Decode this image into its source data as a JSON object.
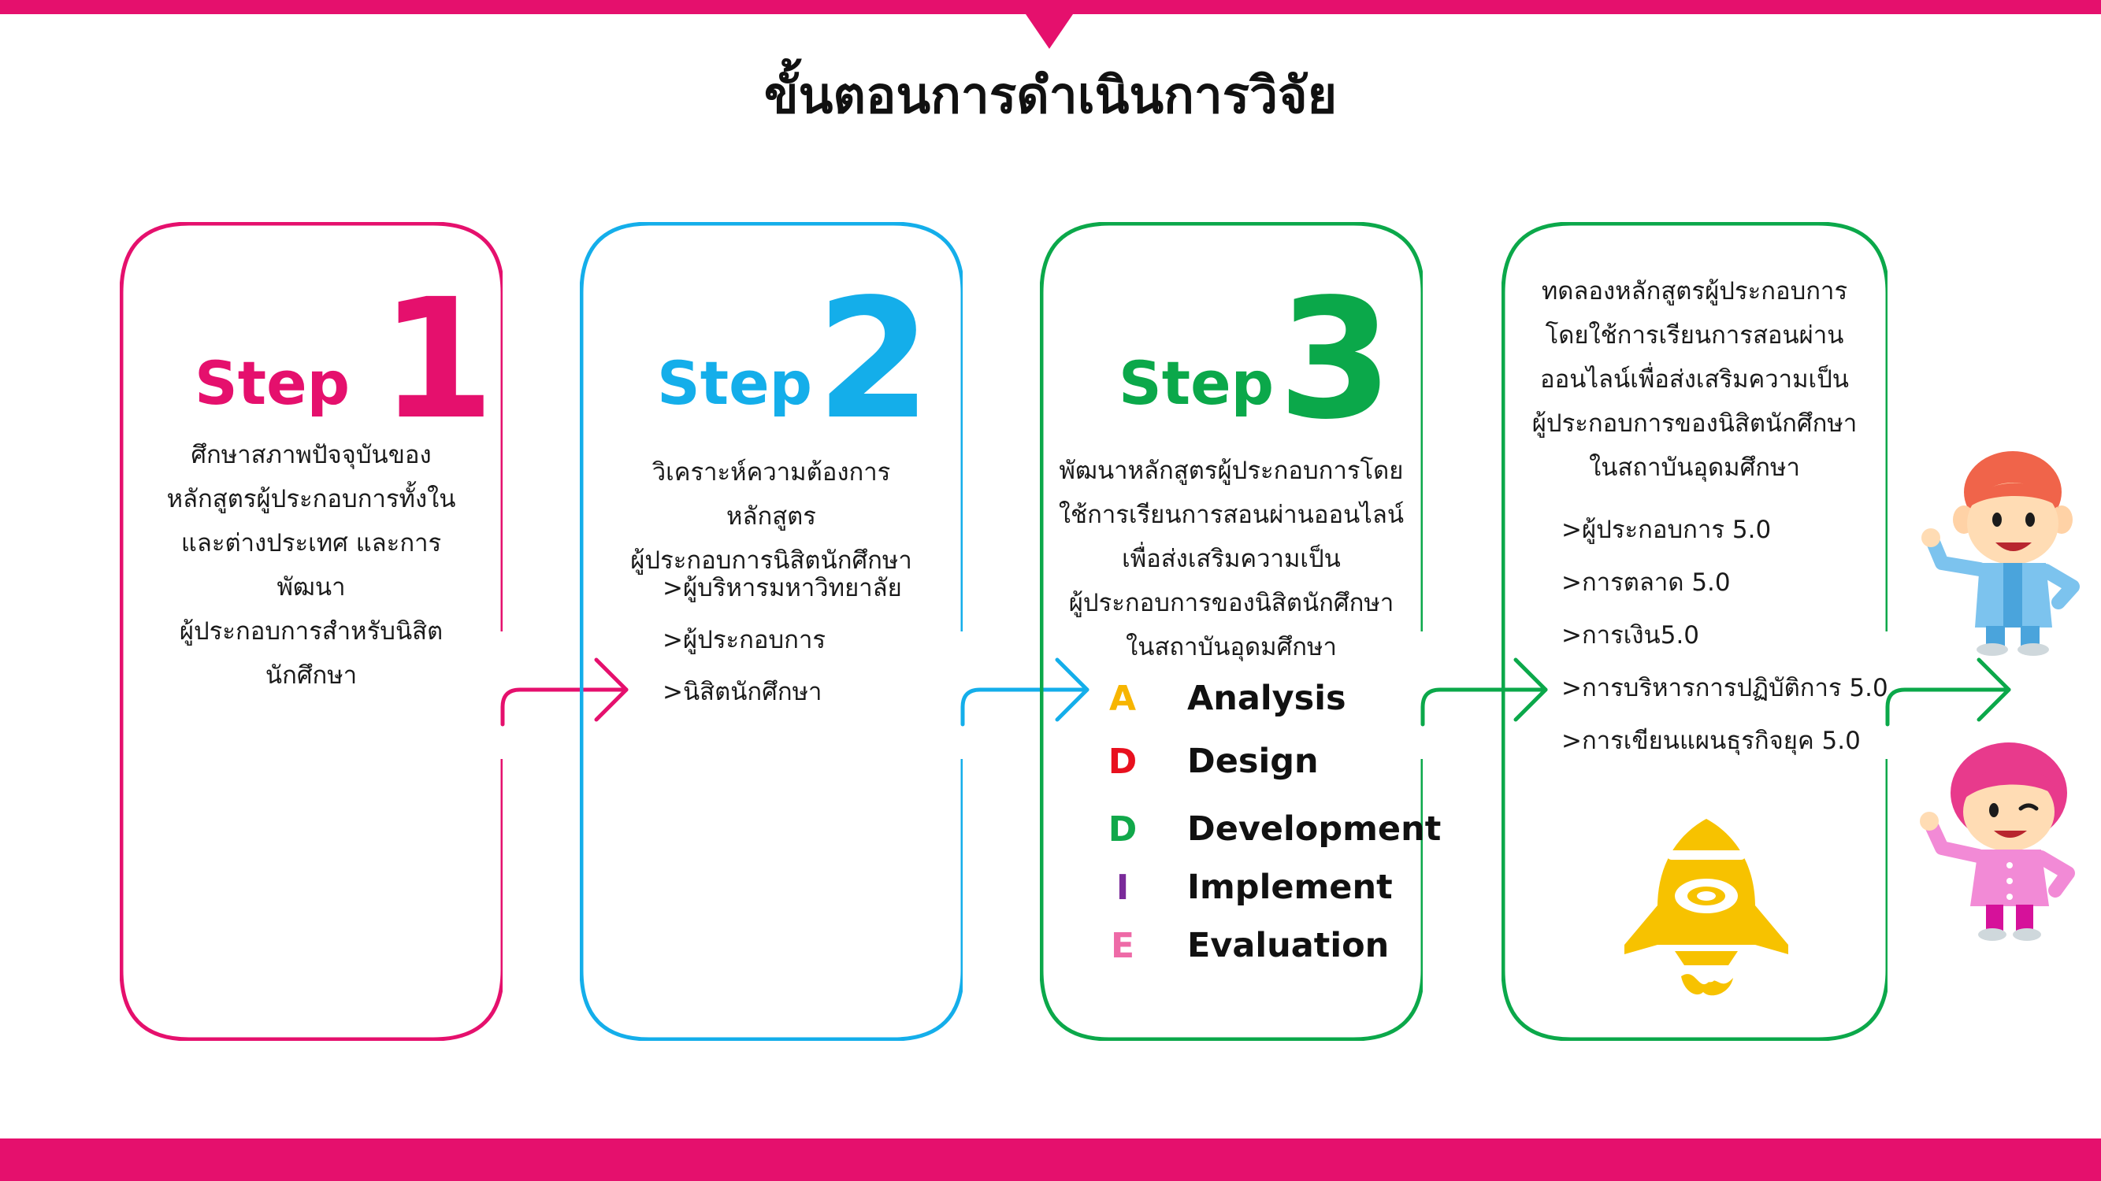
{
  "title": "ขั้นตอนการดำเนินการวิจัย",
  "colors": {
    "pink": "#e5106d",
    "blue": "#14aeea",
    "green": "#0ba84a",
    "yellow": "#f7c200"
  },
  "steps": [
    {
      "step_word": "Step",
      "number": "1",
      "description": [
        "ศึกษาสภาพปัจจุบันของ",
        "หลักสูตรผู้ประกอบการทั้งใน",
        "และต่างประเทศ และการพัฒนา",
        "ผู้ประกอบการสำหรับนิสิต",
        "นักศึกษา"
      ]
    },
    {
      "step_word": "Step",
      "number": "2",
      "description": [
        "วิเคราะห์ความต้องการหลักสูตร",
        "ผู้ประกอบการนิสิตนักศึกษา"
      ],
      "items": [
        ">ผู้บริหารมหาวิทยาลัย",
        ">ผู้ประกอบการ",
        ">นิสิตนักศึกษา"
      ]
    },
    {
      "step_word": "Step",
      "number": "3",
      "description": [
        "พัฒนาหลักสูตรผู้ประกอบการโดย",
        "ใช้การเรียนการสอนผ่านออนไลน์",
        "เพื่อส่งเสริมความเป็น",
        "ผู้ประกอบการของนิสิตนักศึกษา",
        "ในสถาบันอุดมศึกษา"
      ],
      "addie": [
        {
          "letter": "A",
          "word": "Analysis",
          "color": "#f7b500"
        },
        {
          "letter": "D",
          "word": "Design",
          "color": "#e8101e"
        },
        {
          "letter": "D",
          "word": "Development",
          "color": "#11a84a"
        },
        {
          "letter": "I",
          "word": "Implement",
          "color": "#7a2a9a"
        },
        {
          "letter": "E",
          "word": "Evaluation",
          "color": "#ee6aa7"
        }
      ]
    },
    {
      "description": [
        "ทดลองหลักสูตรผู้ประกอบการ",
        "โดยใช้การเรียนการสอนผ่าน",
        "ออนไลน์เพื่อส่งเสริมความเป็น",
        "ผู้ประกอบการของนิสิตนักศึกษา",
        "ในสถาบันอุดมศึกษา"
      ],
      "items": [
        ">ผู้ประกอบการ 5.0",
        ">การตลาด 5.0",
        ">การเงิน5.0",
        ">การบริหารการปฏิบัติการ 5.0",
        ">การเขียนแผนธุรกิจยุค 5.0"
      ],
      "icon": "rocket-icon"
    }
  ],
  "characters": [
    "boy-character",
    "girl-character"
  ]
}
